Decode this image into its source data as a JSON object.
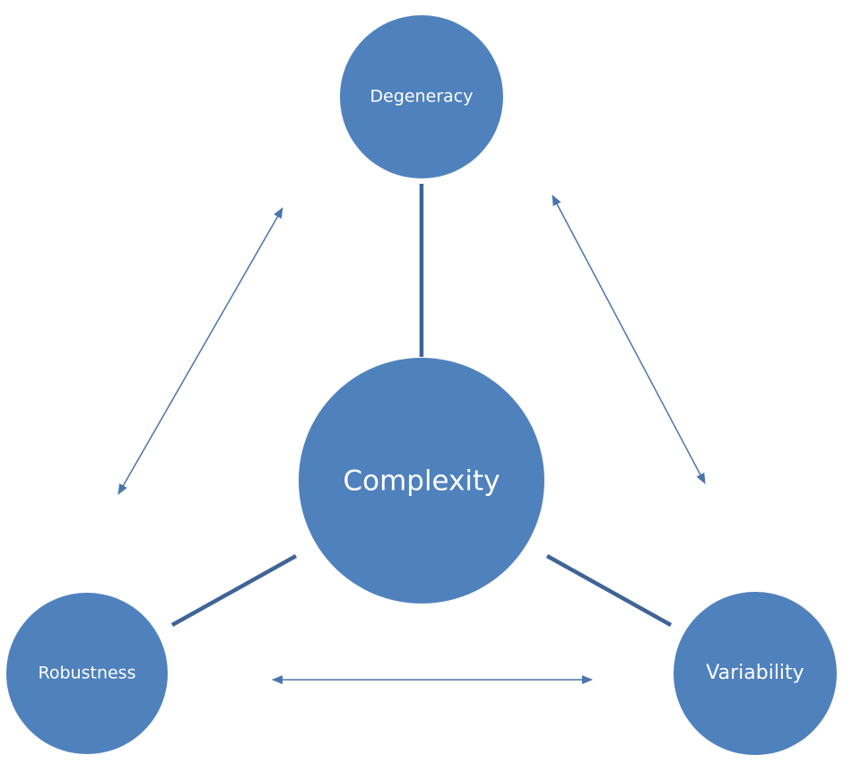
{
  "diagram": {
    "colors": {
      "node_fill": "#4f81bd",
      "connector": "#3f6496",
      "arrow": "#4a74ab",
      "label": "#ffffff",
      "background": "#ffffff"
    },
    "nodes": {
      "center": {
        "label": "Complexity"
      },
      "top": {
        "label": "Degeneracy"
      },
      "left": {
        "label": "Robustness"
      },
      "right": {
        "label": "Variability"
      }
    },
    "edges": [
      {
        "from": "Complexity",
        "to": "Degeneracy",
        "kind": "line"
      },
      {
        "from": "Complexity",
        "to": "Robustness",
        "kind": "line"
      },
      {
        "from": "Complexity",
        "to": "Variability",
        "kind": "line"
      }
    ],
    "arrows": [
      {
        "between": [
          "Degeneracy",
          "Robustness"
        ],
        "kind": "bidirectional"
      },
      {
        "between": [
          "Degeneracy",
          "Variability"
        ],
        "kind": "bidirectional"
      },
      {
        "between": [
          "Robustness",
          "Variability"
        ],
        "kind": "bidirectional"
      }
    ]
  }
}
